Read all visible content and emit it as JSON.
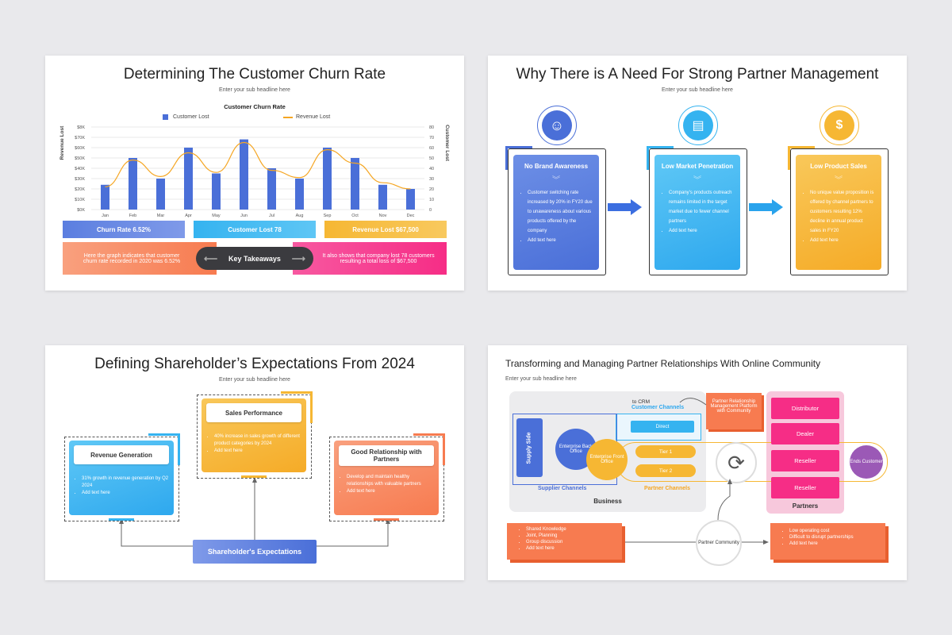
{
  "slide1": {
    "title": "Determining The Customer Churn Rate",
    "subtitle": "Enter your sub headline here",
    "chart_data": {
      "type": "bar",
      "title": "Customer Churn Rate",
      "categories": [
        "Jan",
        "Feb",
        "Mar",
        "Apr",
        "May",
        "Jun",
        "Jul",
        "Aug",
        "Sep",
        "Oct",
        "Nov",
        "Dec"
      ],
      "series": [
        {
          "name": "Customer Lost",
          "type": "bar",
          "axis": "right",
          "values": [
            24,
            50,
            30,
            60,
            35,
            68,
            40,
            30,
            60,
            50,
            24,
            20
          ],
          "color": "#4a6fd8"
        },
        {
          "name": "Revenue Lost",
          "type": "line",
          "axis": "right",
          "values": [
            22,
            48,
            32,
            55,
            36,
            65,
            38,
            31,
            58,
            45,
            26,
            20
          ],
          "color": "#f5a623"
        }
      ],
      "ylabel": "Revenue Lost",
      "y2label": "Customer Lost",
      "yticks": [
        "$0K",
        "$10K",
        "$20K",
        "$30K",
        "$40K",
        "$50K",
        "$60K",
        "$70K",
        "$8K"
      ],
      "y2ticks": [
        "0",
        "10",
        "20",
        "30",
        "40",
        "50",
        "60",
        "70",
        "80"
      ],
      "ylim": [
        0,
        80
      ],
      "legend": "top"
    },
    "stats": [
      "Churn Rate 6.52%",
      "Customer Lost 78",
      "Revenue Lost $67,500"
    ],
    "takeaway_left": "Here the graph indicates that customer churn rate recorded in 2020 was 6.52%",
    "takeaway_center": "Key Takeaways",
    "takeaway_right": "It also shows that company lost 78 customers resulting a total loss of $67,500"
  },
  "slide2": {
    "title": "Why There is A Need For Strong Partner Management",
    "subtitle": "Enter your sub headline here",
    "cards": [
      {
        "title": "No Brand Awareness",
        "items": [
          "Customer switching rate increased by 20% in FY20 due to unawareness about various products offered by the company",
          "Add text here"
        ],
        "icon": "person-icon"
      },
      {
        "title": "Low Market Penetration",
        "items": [
          "Company's products outreach remains limited in the target market due to fewer channel partners",
          "Add text here"
        ],
        "icon": "document-chart-icon"
      },
      {
        "title": "Low Product Sales",
        "items": [
          "No unique value proposition is offered by channel partners to customers resulting 12% decline in annual product sales in FY20",
          "Add text here"
        ],
        "icon": "money-icon"
      }
    ]
  },
  "slide3": {
    "title": "Defining Shareholder’s Expectations From 2024",
    "subtitle": "Enter your sub headline here",
    "center": "Shareholder's Expectations",
    "cards": [
      {
        "title": "Revenue Generation",
        "items": [
          "31% growth in revenue generation by Q2 2024",
          "Add text here"
        ]
      },
      {
        "title": "Sales Performance",
        "items": [
          "40% increase in sales growth of different product categories by 2024",
          "Add text here"
        ]
      },
      {
        "title": "Good Relationship with Partners",
        "items": [
          "Develop and maintain healthy relationships with valuable partners",
          "Add text here"
        ]
      }
    ]
  },
  "slide4": {
    "title": "Transforming and Managing Partner Relationships With Online Community",
    "subtitle": "Enter your sub headline here",
    "to_crm": "to CRM",
    "customer_channels": "Customer Channels",
    "prm_box": "Partner Relationship Management Platform with Community",
    "direct": "Direct",
    "supply_side": "Supply Side",
    "back_office": "Enterprise Back Office",
    "front_office": "Enterprise Front Office",
    "tier1": "Tier 1",
    "tier2": "Tier 2",
    "supplier_channels": "Supplier Channels",
    "partner_channels": "Partner Channels",
    "business": "Business",
    "partners_list": [
      "Distributor",
      "Dealer",
      "Reseller",
      "Reseller"
    ],
    "partners_label": "Partners",
    "ends_customer": "Ends Customer",
    "partner_community": "Partner Community",
    "left_box": [
      "Shared Knowledge",
      "Joint, Planning",
      "Group discussion",
      "Add text here"
    ],
    "right_box": [
      "Low operating cost",
      "Difficult to disrupt partnerships",
      "Add text here"
    ]
  }
}
